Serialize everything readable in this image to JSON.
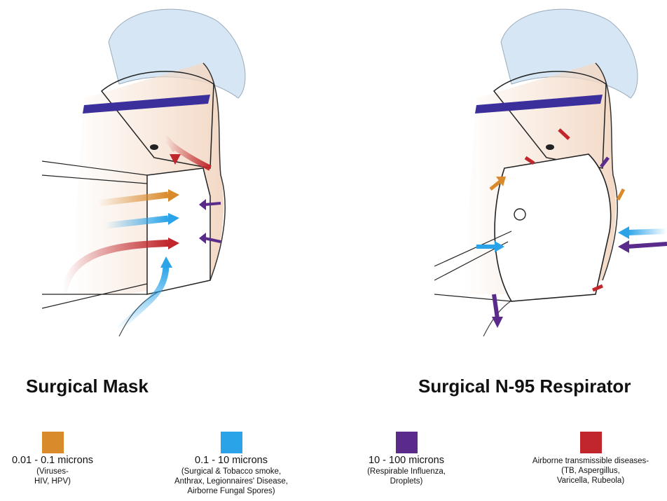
{
  "titles": {
    "left": "Surgical Mask",
    "right": "Surgical N-95 Respirator"
  },
  "colors": {
    "orange": "#d98a2b",
    "blue": "#2aa3e8",
    "purple": "#5b2b8c",
    "red": "#c0262b",
    "skin": "#f3d9c6",
    "cap": "#d6e6f4",
    "band": "#3b2f9c"
  },
  "legend": [
    {
      "color": "#d98a2b",
      "label": "0.01 - 0.1 microns",
      "desc": "(Viruses-\nHIV, HPV)"
    },
    {
      "color": "#2aa3e8",
      "label": "0.1 - 10 microns",
      "desc": "(Surgical & Tobacco smoke,\nAnthrax, Legionnaires' Disease,\nAirborne Fungal Spores)"
    },
    {
      "color": "#5b2b8c",
      "label": "10 - 100 microns",
      "desc": "(Respirable Influenza,\nDroplets)"
    },
    {
      "color": "#c0262b",
      "label": "",
      "desc": "Airborne transmissible diseases-\n(TB, Aspergillus,\nVaricella, Rubeola)"
    }
  ]
}
